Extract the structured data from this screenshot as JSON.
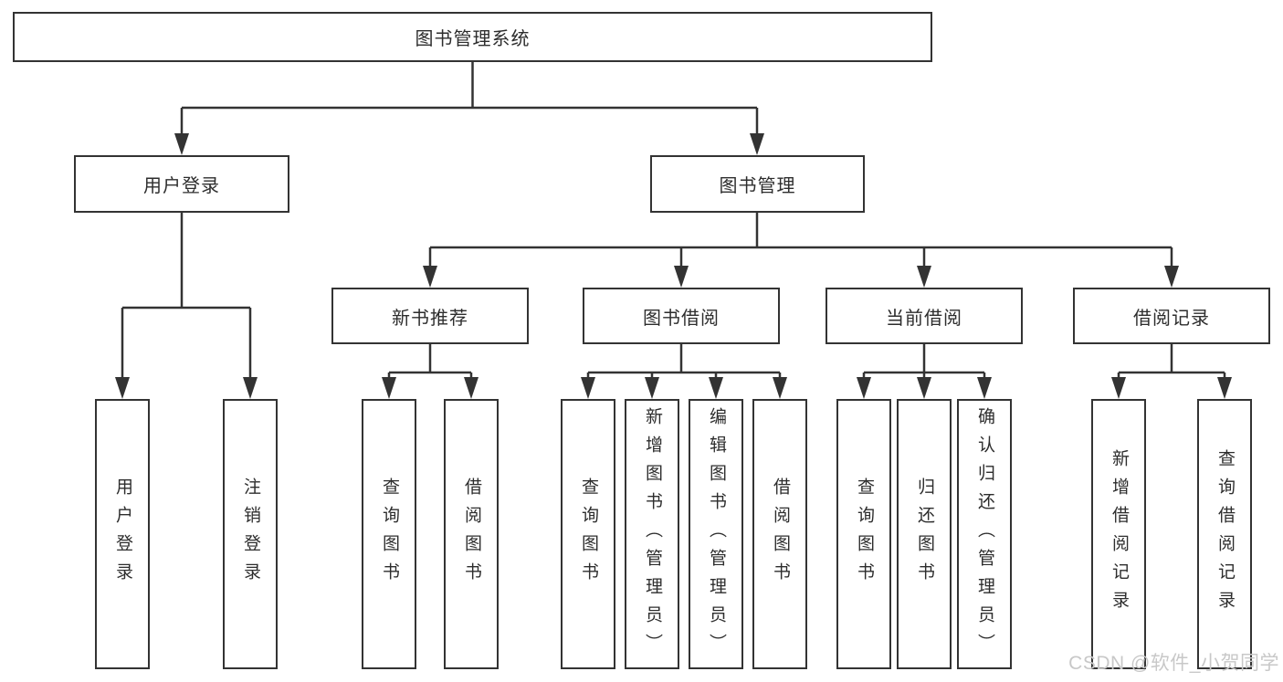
{
  "root": {
    "label": "图书管理系统"
  },
  "branches": [
    {
      "label": "用户登录",
      "children": [
        {
          "label": "用户登录"
        },
        {
          "label": "注销登录"
        }
      ]
    },
    {
      "label": "图书管理",
      "children": [
        {
          "label": "新书推荐",
          "children": [
            {
              "label": "查询图书"
            },
            {
              "label": "借阅图书"
            }
          ]
        },
        {
          "label": "图书借阅",
          "children": [
            {
              "label": "查询图书"
            },
            {
              "label": "新增图书（管理员）"
            },
            {
              "label": "编辑图书（管理员）"
            },
            {
              "label": "借阅图书"
            }
          ]
        },
        {
          "label": "当前借阅",
          "children": [
            {
              "label": "查询图书"
            },
            {
              "label": "归还图书"
            },
            {
              "label": "确认归还（管理员）"
            }
          ]
        },
        {
          "label": "借阅记录",
          "children": [
            {
              "label": "新增借阅记录"
            },
            {
              "label": "查询借阅记录"
            }
          ]
        }
      ]
    }
  ],
  "watermark": {
    "text": "CSDN @软件_小贺同学"
  },
  "colors": {
    "line": "#333333",
    "box_border": "#333333",
    "text": "#2d2d2d",
    "watermark": "#c8c8c8",
    "background": "#ffffff"
  }
}
